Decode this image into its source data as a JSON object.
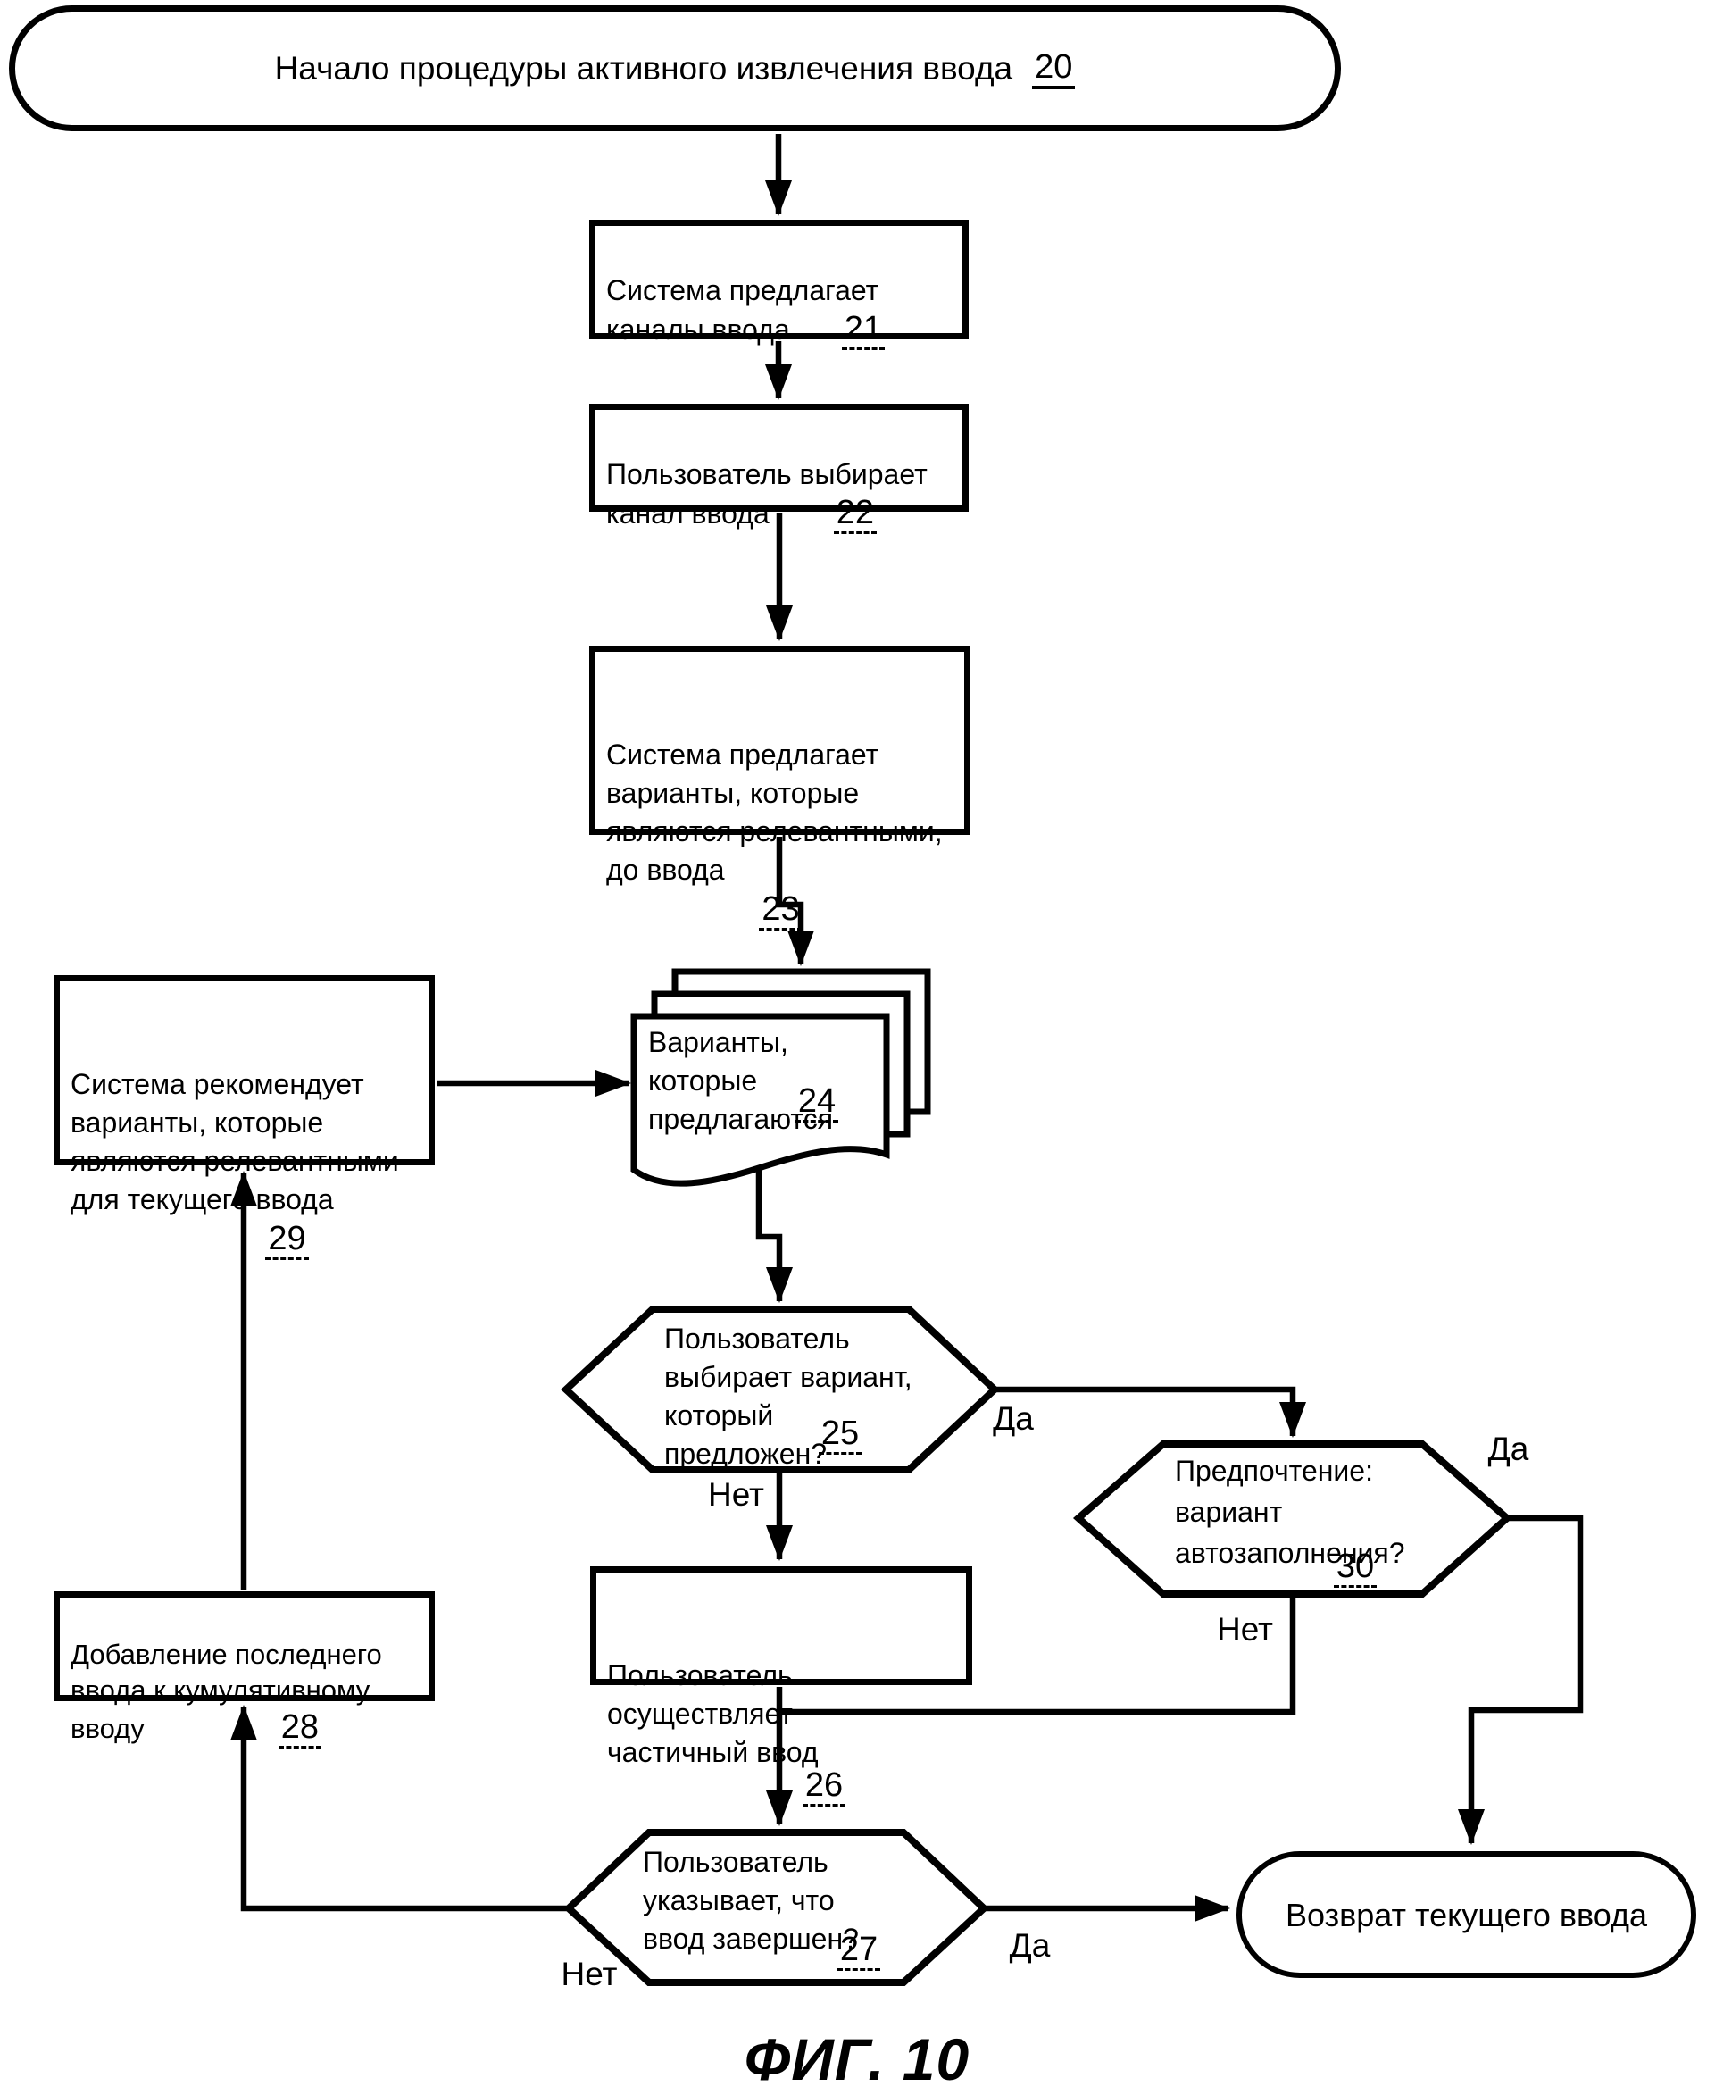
{
  "figure": {
    "caption": "ФИГ. 10"
  },
  "colors": {
    "ink": "#000000",
    "background": "#ffffff"
  },
  "nodes": {
    "start": {
      "label": "Начало процедуры активного извлечения ввода",
      "ref": "20"
    },
    "offer_channels": {
      "label": "Система предлагает\nканалы ввода",
      "ref": "21"
    },
    "select_channel": {
      "label": "Пользователь выбирает\nканал ввода",
      "ref": "22"
    },
    "offer_before_input": {
      "label": "Система предлагает\nварианты, которые\nявляются релевантными,\nдо ввода",
      "ref": "23"
    },
    "options_offered": {
      "label": "Варианты, которые\nпредлагаются",
      "ref": "24"
    },
    "recommend_current": {
      "label": "Система рекомендует\nварианты, которые\nявляются релевантными\nдля текущего ввода",
      "ref": "29"
    },
    "user_selects_option": {
      "label": "Пользователь\nвыбирает вариант,\nкоторый предложен?",
      "ref": "25"
    },
    "autofill_preference": {
      "label": "Предпочтение:\nвариант\nавтозаполнения?",
      "ref": "30"
    },
    "partial_input": {
      "label": "Пользователь осуществляет\nчастичный ввод",
      "ref": "26"
    },
    "append_input": {
      "label": "Добавление последнего\nввода к кумулятивному\nвводу",
      "ref": "28"
    },
    "input_complete": {
      "label": "Пользователь\nуказывает, что\nввод завершен?",
      "ref": "27"
    },
    "return_input": {
      "label": "Возврат текущего ввода"
    }
  },
  "edge_labels": {
    "yes_25": "Да",
    "no_25": "Нет",
    "yes_30": "Да",
    "no_30": "Нет",
    "yes_27": "Да",
    "no_27": "Нет"
  }
}
